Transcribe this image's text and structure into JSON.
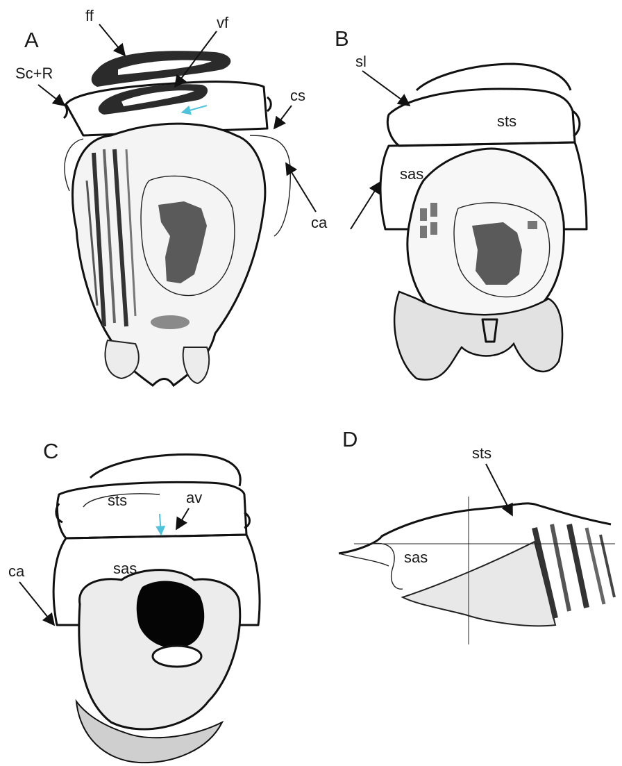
{
  "panels": {
    "A": {
      "letter": "A",
      "labels": {
        "ff": "ff",
        "vf": "vf",
        "sc_r": "Sc+R",
        "cs": "cs",
        "ca": "ca"
      }
    },
    "B": {
      "letter": "B",
      "labels": {
        "sl": "sl",
        "sts": "sts",
        "sas": "sas"
      }
    },
    "C": {
      "letter": "C",
      "labels": {
        "sts": "sts",
        "av": "av",
        "sas": "sas",
        "ca": "ca"
      }
    },
    "D": {
      "letter": "D",
      "labels": {
        "sts": "sts",
        "sas": "sas"
      }
    }
  },
  "colors": {
    "ink": "#111111",
    "annotation_arrow_cyan": "#4ec3dc",
    "background": "#ffffff"
  }
}
